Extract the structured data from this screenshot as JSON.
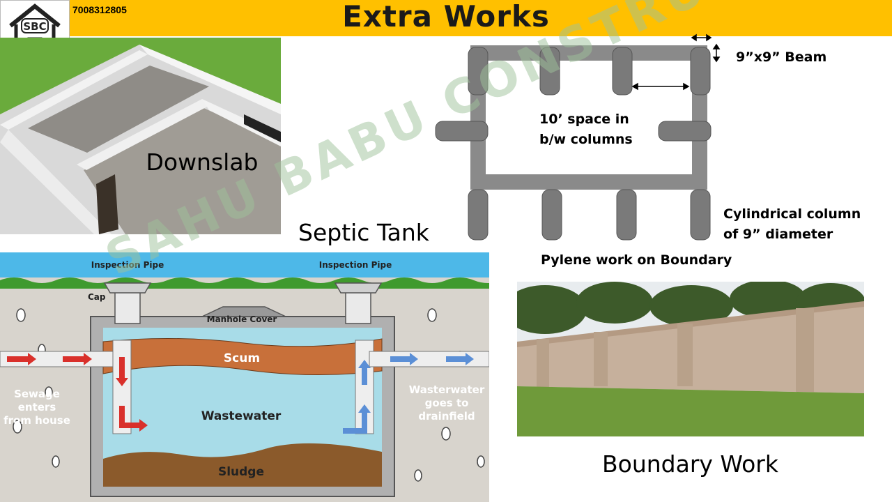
{
  "header": {
    "phone": "7008312805",
    "title": "Extra Works",
    "logo_text": "SBC"
  },
  "downslab": {
    "label": "Downslab"
  },
  "boundary_diagram": {
    "beam_label": "9”x9” Beam",
    "spacing_line1": "10’ space in",
    "spacing_line2": "b/w columns",
    "column_line1": "Cylindrical column",
    "column_line2": "of 9” diameter",
    "caption": "Pylene work on Boundary"
  },
  "septic": {
    "title": "Septic Tank",
    "inspection_left": "Inspection Pipe",
    "inspection_right": "Inspection Pipe",
    "cap": "Cap",
    "manhole": "Manhole Cover",
    "scum": "Scum",
    "wastewater": "Wastewater",
    "sludge": "Sludge",
    "in_line1": "Sewage",
    "in_line2": "enters",
    "in_line3": "from house",
    "out_line1": "Wasterwater",
    "out_line2": "goes to",
    "out_line3": "drainfield"
  },
  "boundary_photo": {
    "label": "Boundary Work"
  },
  "watermark": "SAHU BABU CONSTRUCTION",
  "colors": {
    "header": "#FFC000",
    "grass": "#6aab3c",
    "sky": "#4db8e8",
    "water": "#a8dce8",
    "scum": "#c8703a",
    "sludge": "#8b5a2b",
    "column": "#8a8a8a"
  }
}
